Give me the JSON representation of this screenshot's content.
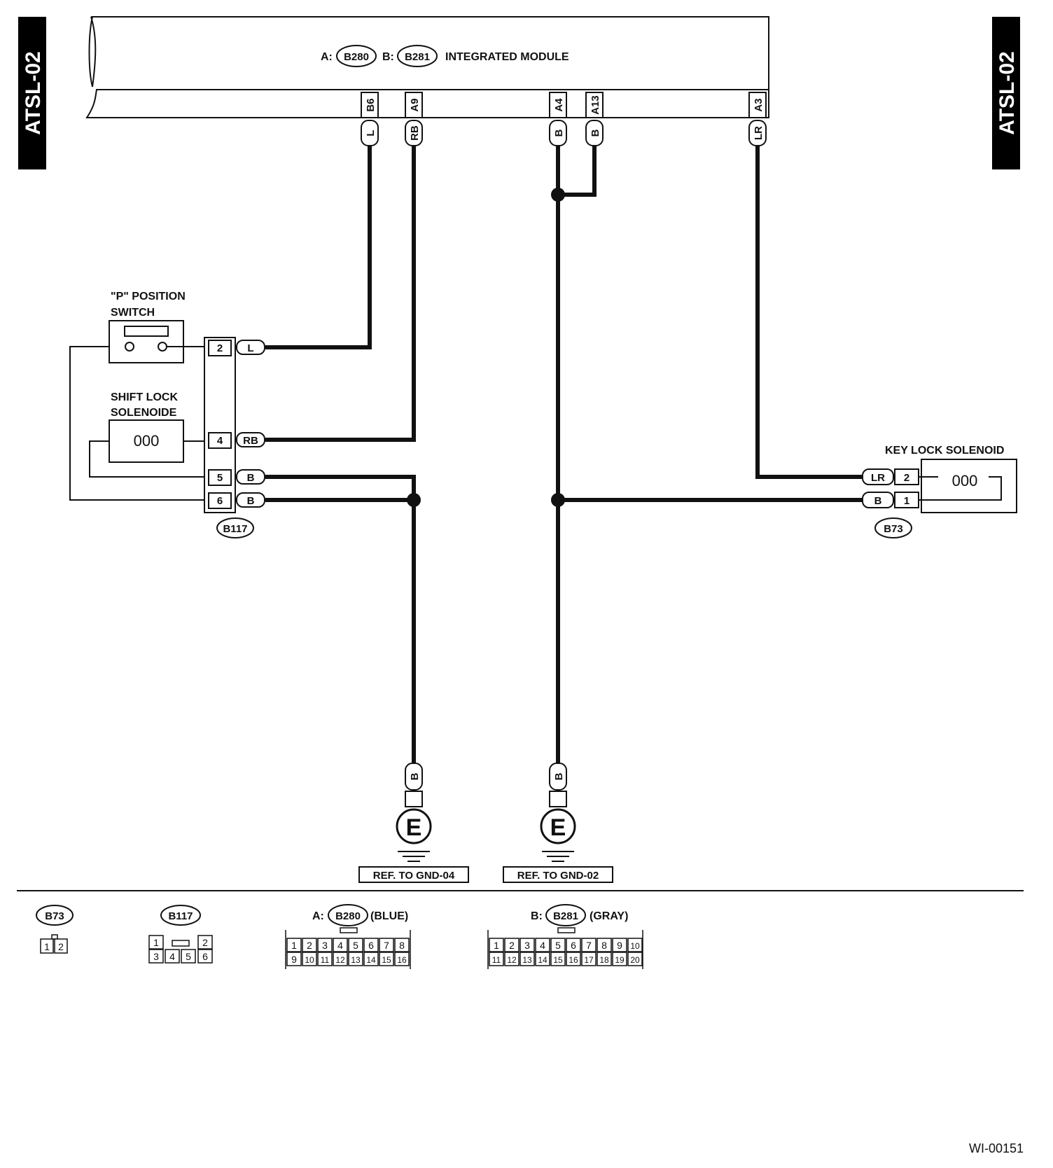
{
  "side_tab": "ATSL-02",
  "module": {
    "prefix_a": "A:",
    "conn_a": "B280",
    "prefix_b": "B:",
    "conn_b": "B281",
    "name": "INTEGRATED MODULE"
  },
  "module_pins": [
    {
      "pin": "B6",
      "color": "L"
    },
    {
      "pin": "A9",
      "color": "RB"
    },
    {
      "pin": "A4",
      "color": "B"
    },
    {
      "pin": "A13",
      "color": "B"
    },
    {
      "pin": "A3",
      "color": "LR"
    }
  ],
  "p_switch": {
    "line1": "\"P\" POSITION",
    "line2": "SWITCH"
  },
  "shift_lock": {
    "line1": "SHIFT LOCK",
    "line2": "SOLENOIDE"
  },
  "coil_glyph": "000",
  "b117": {
    "id": "B117",
    "pins": [
      {
        "pin": "2",
        "color": "L"
      },
      {
        "pin": "4",
        "color": "RB"
      },
      {
        "pin": "5",
        "color": "B"
      },
      {
        "pin": "6",
        "color": "B"
      }
    ]
  },
  "key_lock": {
    "title": "KEY LOCK SOLENOID",
    "connector": "B73",
    "pins": [
      {
        "pin": "2",
        "color": "LR"
      },
      {
        "pin": "1",
        "color": "B"
      }
    ]
  },
  "grounds": [
    {
      "color": "B",
      "symbol": "E",
      "ref": "REF. TO GND-04"
    },
    {
      "color": "B",
      "symbol": "E",
      "ref": "REF. TO GND-02"
    }
  ],
  "legend": {
    "b73": {
      "id": "B73",
      "pins": [
        "1",
        "2"
      ]
    },
    "b117": {
      "id": "B117",
      "row1": [
        "1",
        "2"
      ],
      "row2": [
        "3",
        "4",
        "5",
        "6"
      ]
    },
    "b280": {
      "prefix": "A:",
      "id": "B280",
      "color": "(BLUE)",
      "row1": [
        "1",
        "2",
        "3",
        "4",
        "5",
        "6",
        "7",
        "8"
      ],
      "row2": [
        "9",
        "10",
        "11",
        "12",
        "13",
        "14",
        "15",
        "16"
      ]
    },
    "b281": {
      "prefix": "B:",
      "id": "B281",
      "color": "(GRAY)",
      "row1": [
        "1",
        "2",
        "3",
        "4",
        "5",
        "6",
        "7",
        "8",
        "9",
        "10"
      ],
      "row2": [
        "11",
        "12",
        "13",
        "14",
        "15",
        "16",
        "17",
        "18",
        "19",
        "20"
      ]
    }
  },
  "figure_id": "WI-00151"
}
